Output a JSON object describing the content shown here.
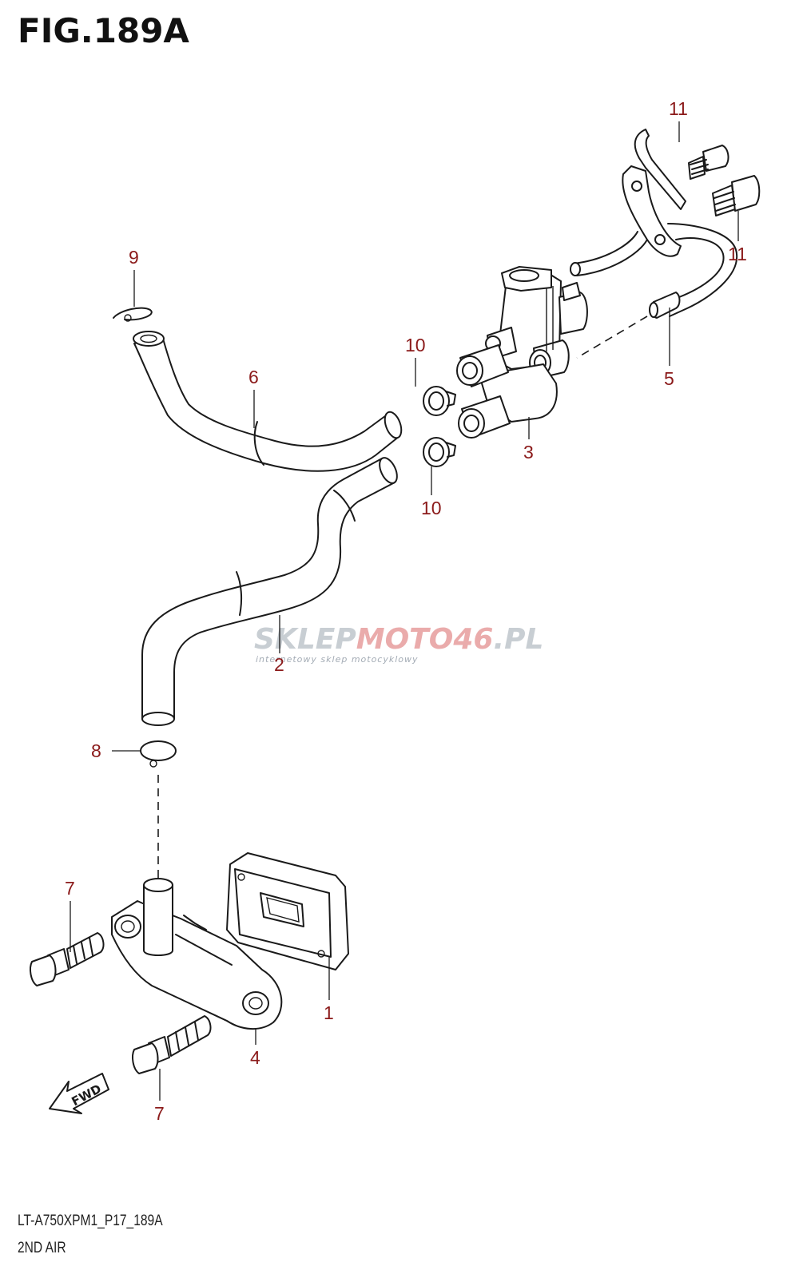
{
  "figure": {
    "title": "FIG.189A",
    "model_code": "LT-A750XPM1_P17_189A",
    "section": "2ND AIR"
  },
  "callouts": [
    {
      "id": "c1",
      "label": "1"
    },
    {
      "id": "c2",
      "label": "2"
    },
    {
      "id": "c3",
      "label": "3"
    },
    {
      "id": "c4",
      "label": "4"
    },
    {
      "id": "c5",
      "label": "5"
    },
    {
      "id": "c6",
      "label": "6"
    },
    {
      "id": "c7a",
      "label": "7"
    },
    {
      "id": "c7b",
      "label": "7"
    },
    {
      "id": "c8",
      "label": "8"
    },
    {
      "id": "c9",
      "label": "9"
    },
    {
      "id": "c10a",
      "label": "10"
    },
    {
      "id": "c10b",
      "label": "10"
    },
    {
      "id": "c11a",
      "label": "11"
    },
    {
      "id": "c11b",
      "label": "11"
    }
  ],
  "fwd_label": "FWD",
  "watermark": {
    "part1": "SKLEP",
    "part2": "MOTO",
    "part3": "46",
    "part4": ".PL",
    "tagline": "internetowy sklep motocyklowy"
  },
  "colors": {
    "callout": "#8b1a1a",
    "line": "#1a1a1a",
    "watermark_grey": "#c3c9cf",
    "watermark_red": "#e8a3a3"
  }
}
